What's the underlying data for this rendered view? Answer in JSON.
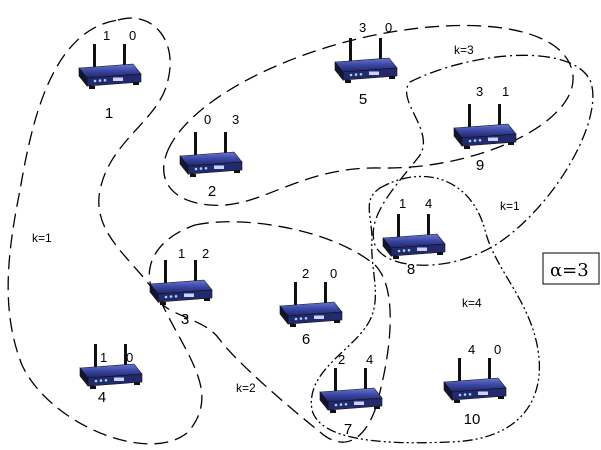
{
  "nodes": [
    {
      "id": "1",
      "a": "1",
      "b": "0"
    },
    {
      "id": "2",
      "a": "0",
      "b": "3"
    },
    {
      "id": "3",
      "a": "1",
      "b": "2"
    },
    {
      "id": "4",
      "a": "1",
      "b": "0"
    },
    {
      "id": "5",
      "a": "3",
      "b": "0"
    },
    {
      "id": "6",
      "a": "2",
      "b": "0"
    },
    {
      "id": "7",
      "a": "2",
      "b": "4"
    },
    {
      "id": "8",
      "a": "1",
      "b": "4"
    },
    {
      "id": "9",
      "a": "3",
      "b": "1"
    },
    {
      "id": "10",
      "a": "4",
      "b": "0"
    }
  ],
  "clusters": [
    {
      "label": "k=1"
    },
    {
      "label": "k=3"
    },
    {
      "label": "k=1"
    },
    {
      "label": "k=2"
    },
    {
      "label": "k=4"
    }
  ],
  "alpha_label": "α=3",
  "icons": {
    "node": "wireless-router-icon"
  },
  "colors": {
    "router_body": "#3d4aa8",
    "router_front": "#232a6b",
    "stroke": "#000000"
  }
}
